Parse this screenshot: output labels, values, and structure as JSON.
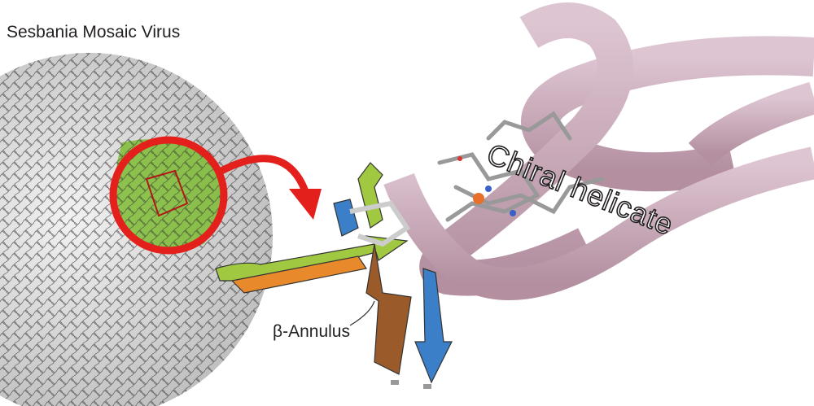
{
  "labels": {
    "virus": "Sesbania Mosaic Virus",
    "annulus": "β-Annulus",
    "helicate": "Chiral helicate"
  },
  "colors": {
    "highlight_circle": "#e3201b",
    "virus_shell": "#9a9a9a",
    "subunit_green": "#78b928",
    "strand_orange": "#e8892b",
    "strand_brown": "#9a5a2a",
    "strand_blue": "#3a7fc8",
    "helix_pink": "#b892a3"
  }
}
